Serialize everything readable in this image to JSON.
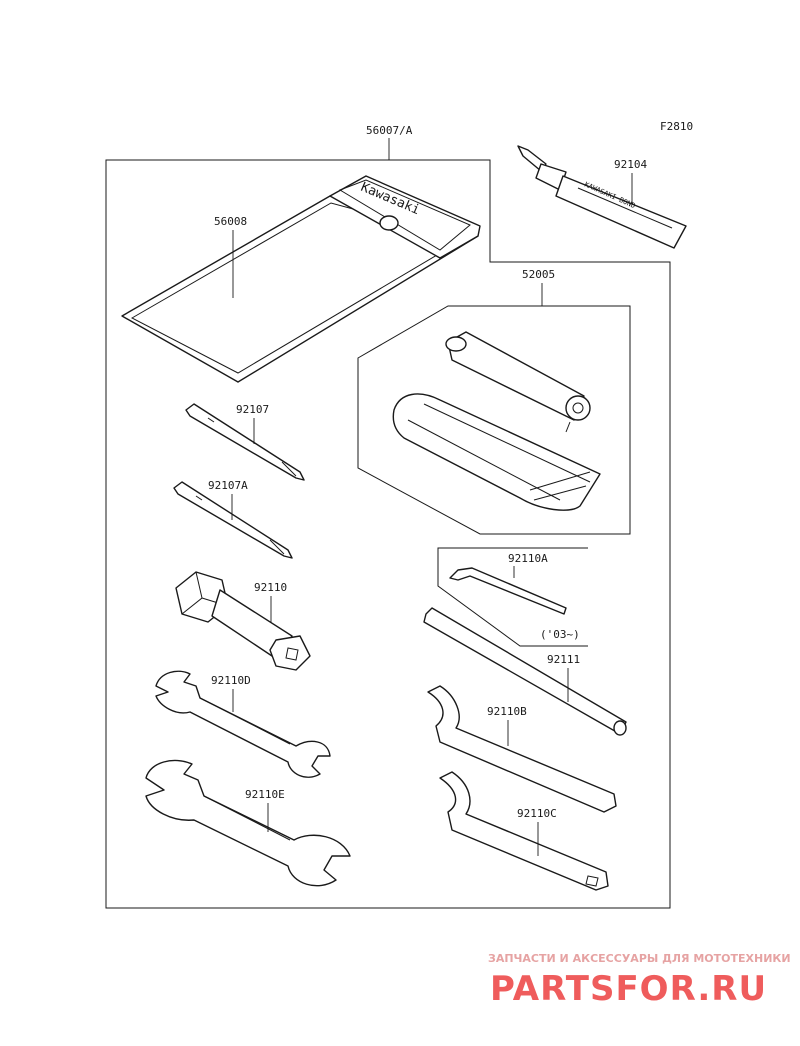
{
  "figure_code": "F2810",
  "parts": {
    "tool_kit_case": "56007/A",
    "case_inner": "56008",
    "bond": "92104",
    "bond_text": "KAWASAKI BOND",
    "case_brand": "Kawasaki",
    "spark_plug_set": "52005",
    "driver_92107": "92107",
    "driver_92107a": "92107A",
    "socket_wrench": "92110",
    "wrench_d": "92110D",
    "wrench_e": "92110E",
    "hex_key": "92110A",
    "hex_key_note": "('03~)",
    "bar": "92111",
    "hook_wrench_b": "92110B",
    "hook_wrench_c": "92110C"
  },
  "watermark": {
    "tagline": "ЗАПЧАСТИ И АКСЕССУАРЫ ДЛЯ МОТОТЕХНИКИ",
    "brand": "PARTSFOR.RU",
    "color": "#ef5c5c"
  }
}
